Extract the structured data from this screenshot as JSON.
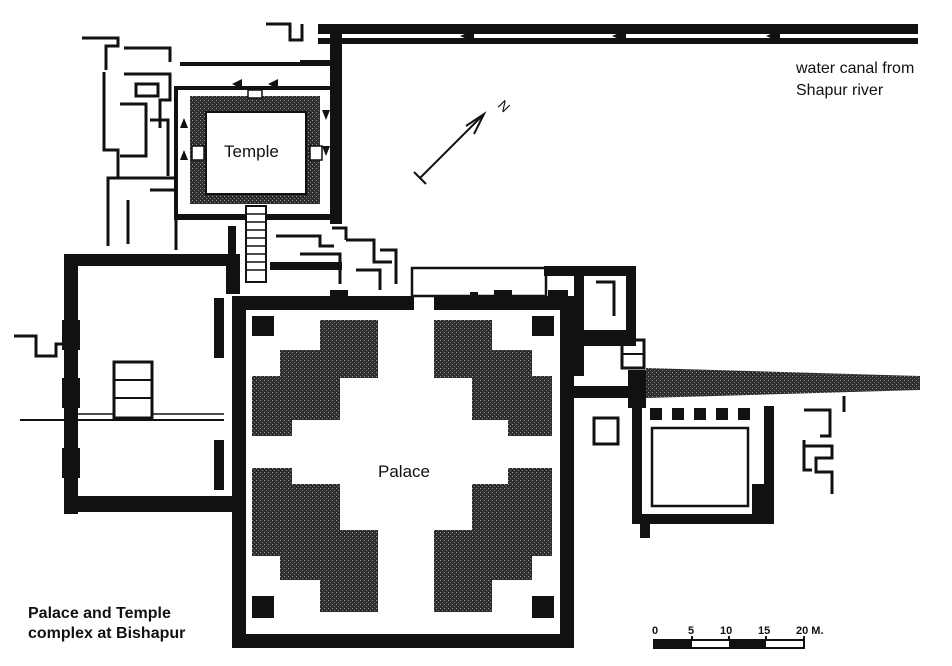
{
  "labels": {
    "temple": "Temple",
    "palace": "Palace",
    "canal_line1": "water canal from",
    "canal_line2": "Shapur river",
    "caption_line1": "Palace and Temple",
    "caption_line2": "complex at Bishapur",
    "north": "N"
  },
  "scale_bar": {
    "ticks": [
      "0",
      "5",
      "10",
      "15",
      "20 M."
    ]
  },
  "colors": {
    "ink": "#111111",
    "hatch": "#3a3a3a",
    "paper": "#ffffff"
  }
}
